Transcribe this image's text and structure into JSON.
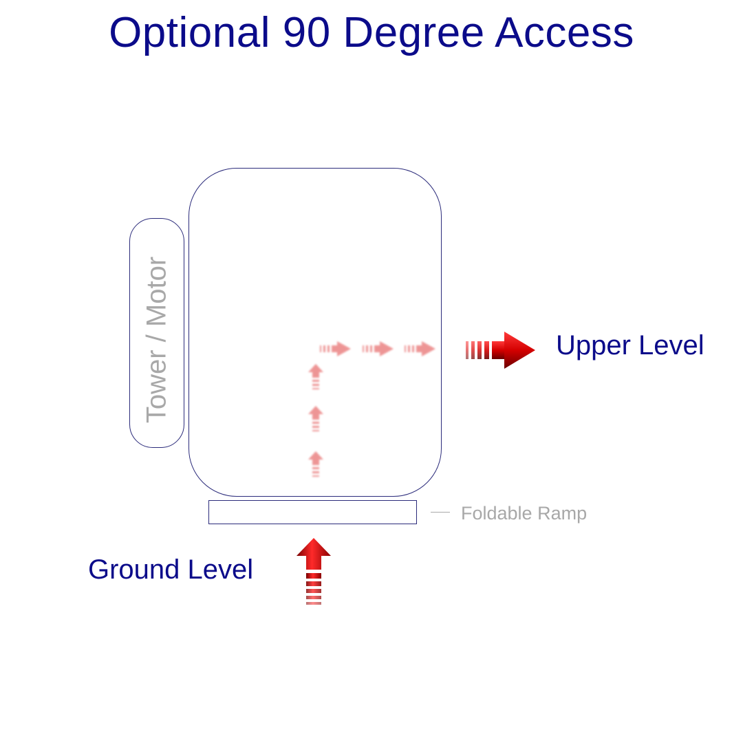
{
  "title": "Optional 90 Degree Access",
  "labels": {
    "tower": "Tower / Motor",
    "ramp": "Foldable Ramp",
    "upper": "Upper Level",
    "ground": "Ground Level"
  },
  "colors": {
    "title": "#0b0b8a",
    "outline": "#2a2a7a",
    "muted_text": "#a8a8a8",
    "arrow": "#d40000",
    "arrow_faded": "#e88a8a"
  },
  "icons": {
    "arrow": "red-3d-arrow"
  }
}
